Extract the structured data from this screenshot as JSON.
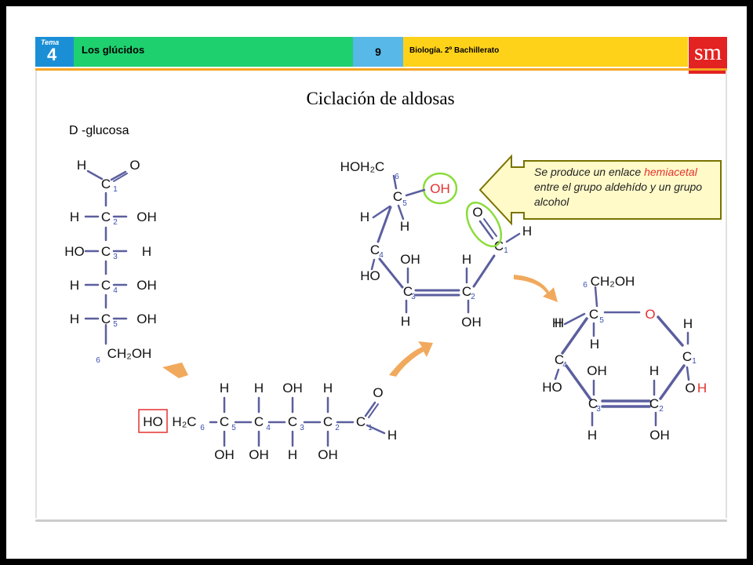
{
  "header": {
    "tema_label": "Tema",
    "tema_number": "4",
    "title": "Los glúcidos",
    "page_number": "9",
    "subject": "Biología. 2º Bachillerato",
    "logo": "sm"
  },
  "slide": {
    "title": "Ciclación de aldosas",
    "subtitle": "D -glucosa"
  },
  "callout": {
    "part1": "Se produce un enlace ",
    "highlight": "hemiacetal",
    "part2": " entre el grupo aldehído y un grupo alcohol"
  },
  "colors": {
    "bond": "#5b5f9e",
    "highlight_box": "#e53030",
    "ellipse": "#8bdc3a",
    "arrow": "#f0a04b",
    "callout_bg": "#fffac8",
    "callout_border": "#7a7300",
    "tema_blue": "#1b8fd6",
    "title_green": "#1fd06f",
    "subject_yellow": "#ffd21a",
    "logo_red": "#e32321"
  },
  "structures": {
    "fischer": [
      {
        "role": "aldehyde-top",
        "labels": [
          "H",
          "O"
        ]
      },
      {
        "carbon": "C",
        "index": "1"
      },
      {
        "carbon": "C",
        "index": "2",
        "left": "H",
        "right": "OH"
      },
      {
        "carbon": "C",
        "index": "3",
        "left": "HO",
        "right": "H"
      },
      {
        "carbon": "C",
        "index": "4",
        "left": "H",
        "right": "OH"
      },
      {
        "carbon": "C",
        "index": "5",
        "left": "H",
        "right": "OH"
      },
      {
        "bottom": "CH₂OH",
        "index": "6"
      }
    ],
    "chain": {
      "hydroxyl": "HO",
      "start": "H₂C",
      "carbons": [
        {
          "c": "C",
          "n": "6"
        },
        {
          "c": "C",
          "n": "5",
          "top": "H",
          "bottom": "OH"
        },
        {
          "c": "C",
          "n": "4",
          "top": "H",
          "bottom": "OH"
        },
        {
          "c": "C",
          "n": "3",
          "top": "OH",
          "bottom": "H"
        },
        {
          "c": "C",
          "n": "2",
          "top": "H",
          "bottom": "OH"
        },
        {
          "c": "C",
          "n": "1",
          "top": "O",
          "bottom": "H"
        }
      ]
    },
    "bent_chain": {
      "top_group": "HOH₂C",
      "top_index": "6",
      "c5": {
        "c": "C",
        "n": "5",
        "oh": "OH",
        "h": "H"
      },
      "c4": {
        "c": "C",
        "n": "4",
        "h": "H",
        "ho": "HO"
      },
      "c3": {
        "c": "C",
        "n": "3",
        "oh": "OH",
        "h": "H"
      },
      "c2": {
        "c": "C",
        "n": "2",
        "h": "H",
        "oh": "OH"
      },
      "c1": {
        "c": "C",
        "n": "1",
        "o": "O",
        "h": "H"
      }
    },
    "ring": {
      "top_group": "CH₂OH",
      "top_index": "6",
      "ring_oxygen": "O",
      "c5": {
        "c": "C",
        "n": "5",
        "h": "H"
      },
      "c1": {
        "c": "C",
        "n": "1",
        "h": "H",
        "oh_o": "O",
        "oh_h": "H"
      },
      "c4": {
        "c": "C",
        "n": "4",
        "h": "H",
        "ho": "HO"
      },
      "c3": {
        "c": "C",
        "n": "3",
        "oh": "OH",
        "h": "H"
      },
      "c2": {
        "c": "C",
        "n": "2",
        "h": "H",
        "oh": "OH"
      }
    }
  }
}
